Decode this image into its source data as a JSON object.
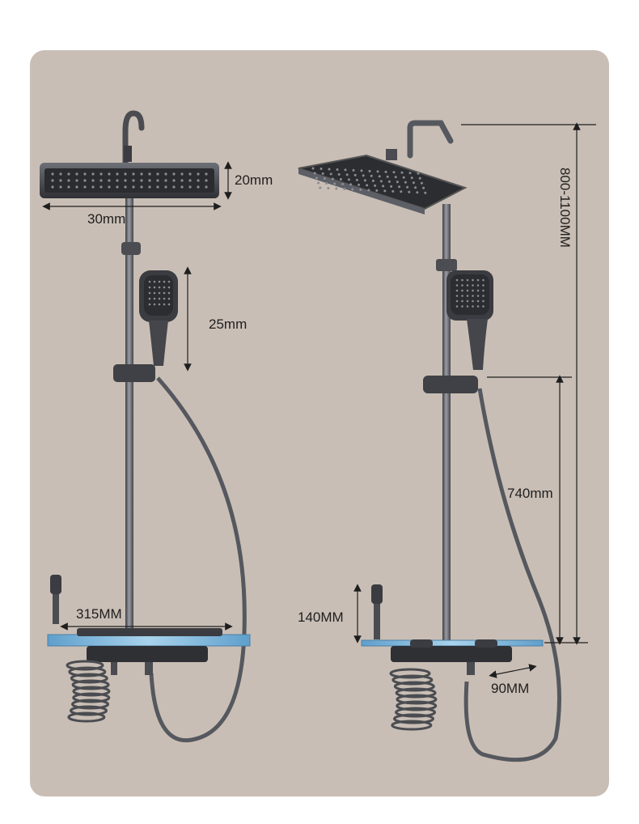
{
  "labels": {
    "head_thickness": "20mm",
    "head_width": "30mm",
    "handheld_height": "25mm",
    "shelf_width": "315MM",
    "total_height": "800-1100MM",
    "bar_height": "740mm",
    "spout_height": "140MM",
    "shelf_depth": "90MM"
  },
  "colors": {
    "panel": "#c9beb5",
    "metal_dark": "#3a3c41",
    "metal_mid": "#5a5d63",
    "metal_light": "#8e9197",
    "glass": "#7fb6d8",
    "line": "#1e1e1e"
  }
}
